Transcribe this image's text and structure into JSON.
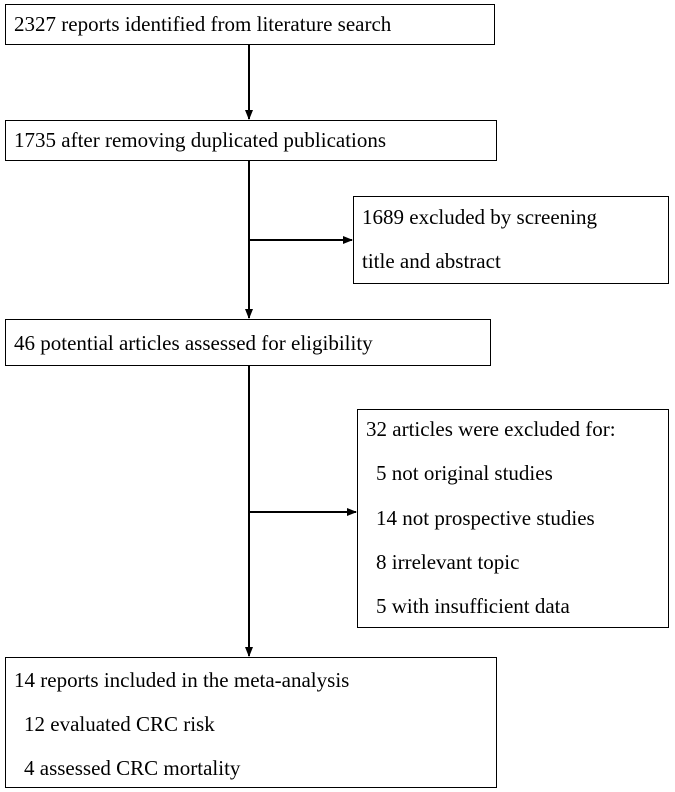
{
  "flow": {
    "identified": "2327 reports identified from literature search",
    "after_dedup": "1735 after removing duplicated publications",
    "excluded_screening": [
      "1689 excluded by screening",
      "title and abstract"
    ],
    "potential": "46 potential articles assessed for eligibility",
    "excluded_articles": {
      "header": "32 articles were excluded for:",
      "reasons": [
        "5 not original studies",
        "14 not prospective studies",
        "8 irrelevant topic",
        "5 with insufficient data"
      ]
    },
    "included": {
      "header": "14 reports included in the meta-analysis",
      "items": [
        "12 evaluated CRC risk",
        "4 assessed CRC mortality"
      ]
    }
  }
}
